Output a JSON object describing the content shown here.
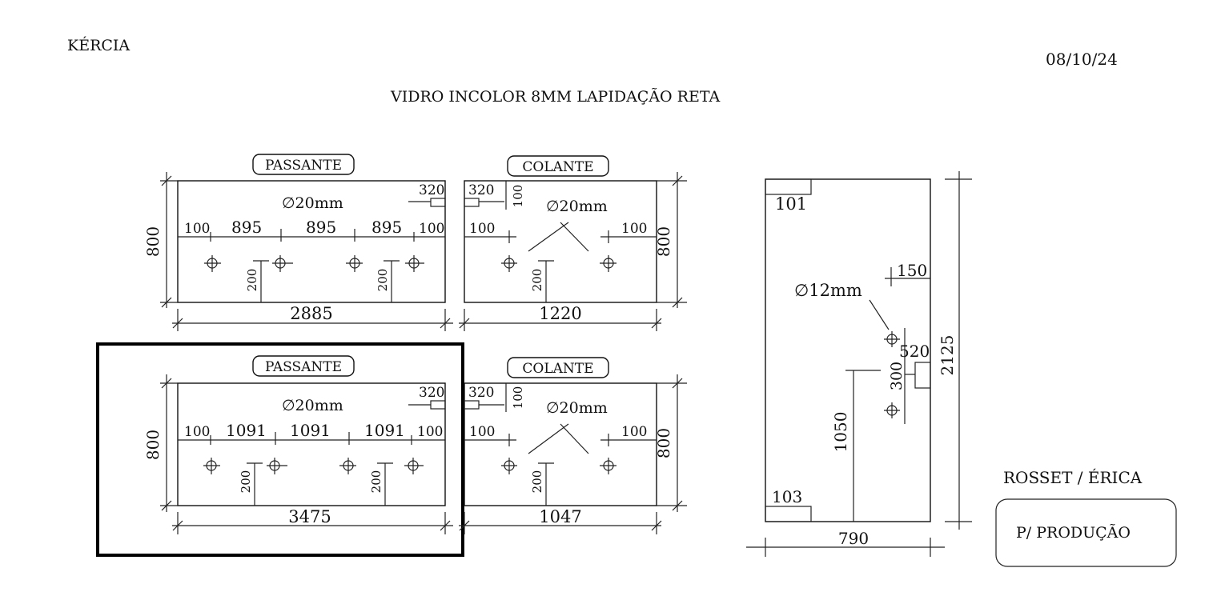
{
  "header": {
    "client": "KÉRCIA",
    "date": "08/10/24",
    "title": "VIDRO INCOLOR  8MM LAPIDAÇÃO RETA"
  },
  "panels": {
    "top_passante": {
      "tag": "PASSANTE",
      "hole": "∅20mm",
      "width": "2885",
      "height": "800",
      "notch": "320",
      "seg_edge_left": "100",
      "seg_a": "895",
      "seg_b": "895",
      "seg_c": "895",
      "seg_edge_right": "100",
      "drop_left": "200",
      "drop_right": "200"
    },
    "top_colante": {
      "tag": "COLANTE",
      "hole": "∅20mm",
      "width": "1220",
      "height": "800",
      "notch_w": "320",
      "notch_h": "100",
      "edge_left": "100",
      "edge_right": "100",
      "drop": "200"
    },
    "bottom_passante": {
      "tag": "PASSANTE",
      "hole": "∅20mm",
      "width": "3475",
      "height": "800",
      "notch": "320",
      "seg_edge_left": "100",
      "seg_a": "1091",
      "seg_b": "1091",
      "seg_c": "1091",
      "seg_edge_right": "100",
      "drop_left": "200",
      "drop_right": "200"
    },
    "bottom_colante": {
      "tag": "COLANTE",
      "hole": "∅20mm",
      "width": "1047",
      "height": "800",
      "notch_w": "320",
      "notch_h": "100",
      "edge_left": "100",
      "edge_right": "100",
      "drop": "200"
    },
    "door": {
      "top_notch": "101",
      "bottom_notch": "103",
      "hole": "∅12mm",
      "hinge_offset": "150",
      "lock_w": "520",
      "hole_spacing": "300",
      "hole_height": "1050",
      "height": "2125",
      "width": "790"
    }
  },
  "footer": {
    "names": "ROSSET / ÉRICA",
    "stamp": "P/ PRODUÇÃO"
  }
}
